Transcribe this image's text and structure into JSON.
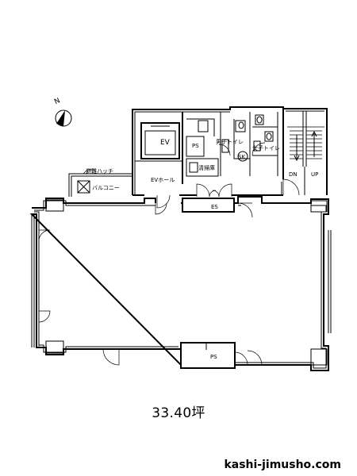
{
  "floor_plan": {
    "area": "33.40坪",
    "site": "kashi-jimusho.com",
    "north_mark": "N",
    "rooms": {
      "ev": "EV",
      "ps_upper": "PS",
      "mens_toilet": "男子トイレ",
      "womens_toilet": "女子トイレ",
      "cleaning": "清掃庫",
      "sk": "SK",
      "ev_hall": "EVホール",
      "balcony": "バルコニー",
      "hatch": "避難ハッチ",
      "es": "ES",
      "ps_lower": "PS",
      "stair_down": "DN",
      "stair_up": "UP"
    }
  }
}
